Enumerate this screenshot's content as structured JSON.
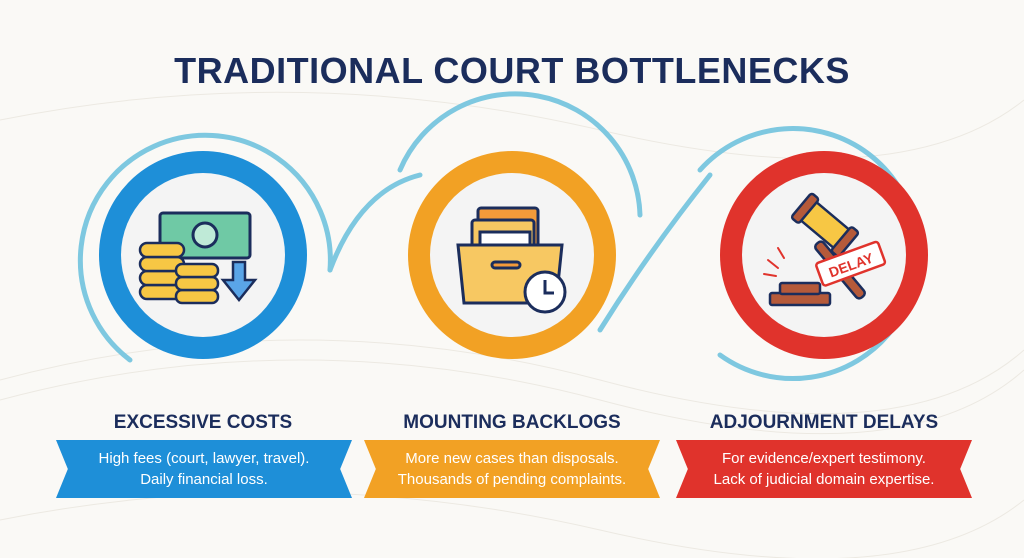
{
  "title": "TRADITIONAL COURT BOTTLENECKS",
  "colors": {
    "blue": "#1e8fd8",
    "orange": "#f2a124",
    "red": "#e0332c",
    "navy": "#1b2d5c",
    "arc": "#7ec8e0"
  },
  "items": [
    {
      "icon": "money-coins-icon",
      "label": "EXCESSIVE COSTS",
      "line1": "High fees (court, lawyer, travel).",
      "line2": "Daily financial loss."
    },
    {
      "icon": "file-box-clock-icon",
      "label": "MOUNTING BACKLOGS",
      "line1": "More new cases than disposals.",
      "line2": "Thousands of pending complaints."
    },
    {
      "icon": "gavel-delay-icon",
      "label": "ADJOURNMENT DELAYS",
      "line1": "For evidence/expert testimony.",
      "line2": "Lack of judicial domain expertise.",
      "stamp": "DELAY"
    }
  ]
}
